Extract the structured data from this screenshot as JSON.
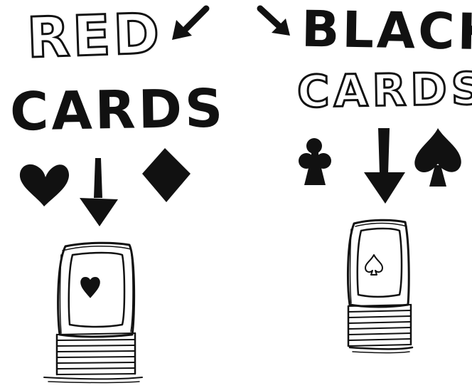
{
  "labels": {
    "red": "RED",
    "red_cards": "CARDS",
    "black": "BLACK",
    "black_cards": "CARDS"
  },
  "suits": {
    "left": [
      "heart",
      "diamond"
    ],
    "right": [
      "club",
      "spade"
    ]
  },
  "deck_card_suits": {
    "left": "heart",
    "right": "spade"
  },
  "colors": {
    "ink": "#111111",
    "paper": "#ffffff"
  }
}
